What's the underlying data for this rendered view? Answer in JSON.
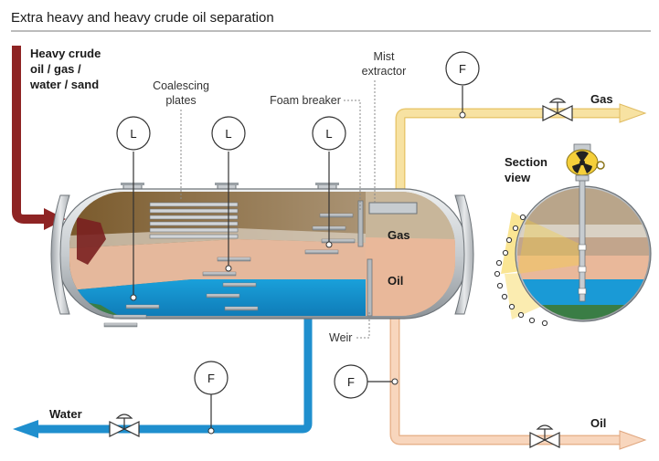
{
  "title": "Extra heavy and heavy crude oil separation",
  "inlet": {
    "line1": "Heavy crude",
    "line2": "oil / gas /",
    "line3": "water / sand"
  },
  "labels": {
    "coalescing_line1": "Coalescing",
    "coalescing_line2": "plates",
    "foam_breaker": "Foam breaker",
    "mist_line1": "Mist",
    "mist_line2": "extractor",
    "weir": "Weir",
    "section_line1": "Section",
    "section_line2": "view",
    "zone_gas": "Gas",
    "zone_oil": "Oil"
  },
  "outlets": {
    "gas": "Gas",
    "oil": "Oil",
    "water": "Water"
  },
  "instruments": {
    "level": "L",
    "flow": "F"
  },
  "colors": {
    "gas_pipe": "#f5d98a",
    "oil_pipe": "#f4c9a8",
    "water_pipe": "#1f8fce",
    "inlet_pipe": "#8e2424",
    "gas_zone": "#8a6a38",
    "oil_zone": "#e9b89a",
    "water_zone": "#1a9ad6",
    "sand_zone": "#3a7d45",
    "radiation_yellow": "#f5cf3a"
  }
}
